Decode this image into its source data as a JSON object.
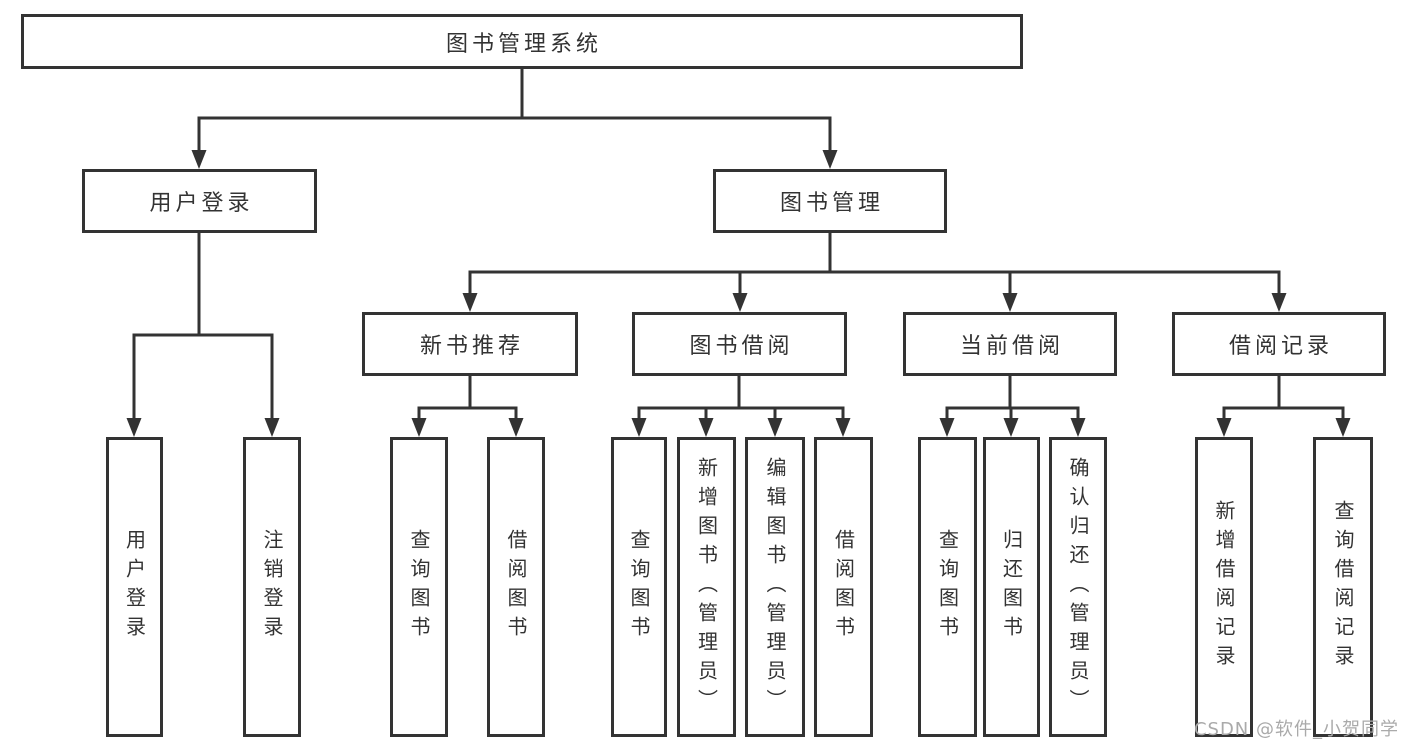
{
  "diagram": {
    "root": "图书管理系统",
    "level2": [
      "用户登录",
      "图书管理"
    ],
    "modules": [
      "新书推荐",
      "图书借阅",
      "当前借阅",
      "借阅记录"
    ],
    "leaves": {
      "user": [
        "用户登录",
        "注销登录"
      ],
      "newbook": [
        "查询图书",
        "借阅图书"
      ],
      "borrow": [
        "查询图书",
        "新增图书（管理员）",
        "编辑图书（管理员）",
        "借阅图书"
      ],
      "current": [
        "查询图书",
        "归还图书",
        "确认归还（管理员）"
      ],
      "record": [
        "新增借阅记录",
        "查询借阅记录"
      ]
    }
  },
  "watermark": "CSDN @软件_小贺同学",
  "colors": {
    "line": "#333333",
    "text": "#333333",
    "box_fill": "#ffffff",
    "watermark": "#aaaaaa",
    "background": "#ffffff"
  }
}
